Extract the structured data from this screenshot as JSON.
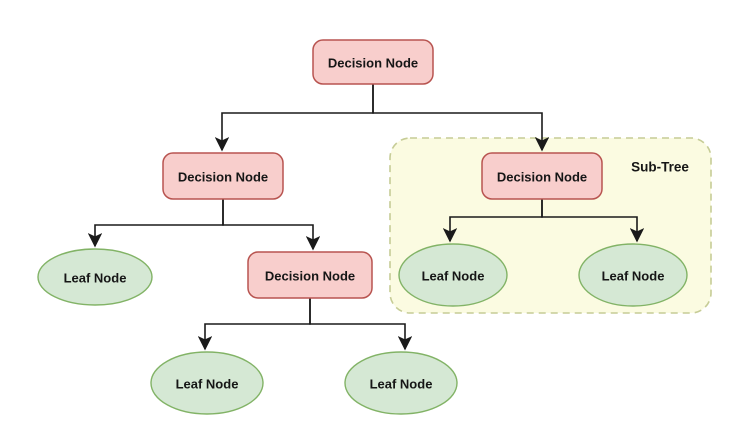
{
  "diagram": {
    "type": "decision-tree",
    "background": "#ffffff",
    "nodes": {
      "root": {
        "label": "Decision Node",
        "type": "decision"
      },
      "decision_left": {
        "label": "Decision Node",
        "type": "decision"
      },
      "decision_mid": {
        "label": "Decision Node",
        "type": "decision"
      },
      "decision_sub": {
        "label": "Decision Node",
        "type": "decision"
      },
      "leaf_left": {
        "label": "Leaf Node",
        "type": "leaf"
      },
      "leaf_bottom_left": {
        "label": "Leaf Node",
        "type": "leaf"
      },
      "leaf_bottom_right": {
        "label": "Leaf Node",
        "type": "leaf"
      },
      "leaf_sub_left": {
        "label": "Leaf Node",
        "type": "leaf"
      },
      "leaf_sub_right": {
        "label": "Leaf Node",
        "type": "leaf"
      }
    },
    "subtree": {
      "label": "Sub-Tree"
    },
    "edges": [
      {
        "from": "root",
        "to": "decision_left"
      },
      {
        "from": "root",
        "to": "decision_sub"
      },
      {
        "from": "decision_left",
        "to": "leaf_left"
      },
      {
        "from": "decision_left",
        "to": "decision_mid"
      },
      {
        "from": "decision_mid",
        "to": "leaf_bottom_left"
      },
      {
        "from": "decision_mid",
        "to": "leaf_bottom_right"
      },
      {
        "from": "decision_sub",
        "to": "leaf_sub_left"
      },
      {
        "from": "decision_sub",
        "to": "leaf_sub_right"
      }
    ],
    "colors": {
      "decision_fill": "#f8cecc",
      "decision_stroke": "#b85450",
      "leaf_fill": "#d5e8d4",
      "leaf_stroke": "#82b366",
      "subtree_fill": "#fbfbe1",
      "subtree_stroke": "#c6cc96",
      "connector": "#1a1a1a",
      "text": "#161616"
    }
  }
}
